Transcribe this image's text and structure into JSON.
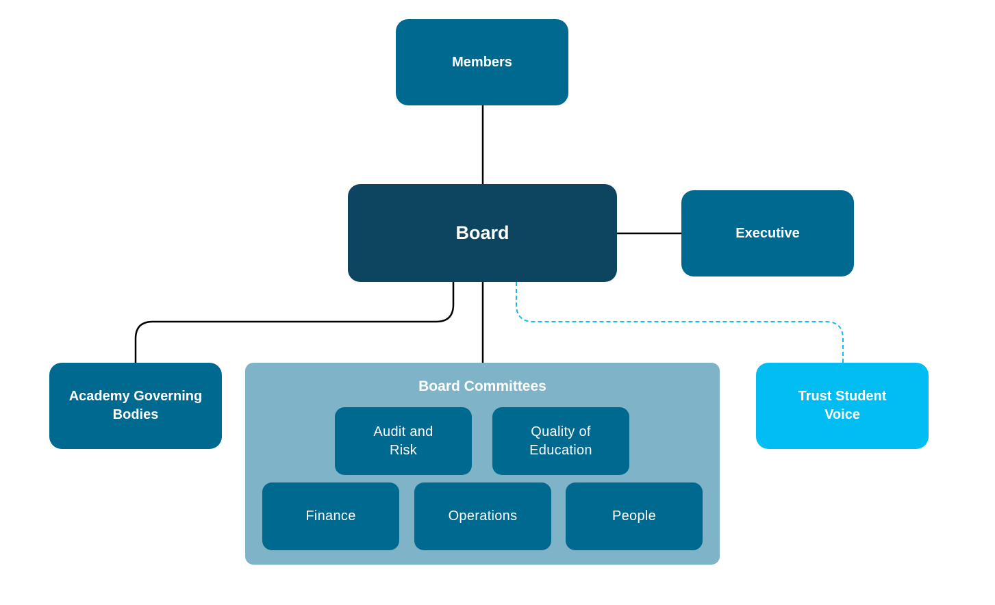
{
  "nodes": {
    "members": "Members",
    "board": "Board",
    "executive": "Executive",
    "academy_governing_bodies": "Academy Governing Bodies",
    "trust_student_voice": "Trust Student Voice"
  },
  "committees": {
    "title": "Board Committees",
    "items": [
      "Audit and Risk",
      "Quality of Education",
      "Finance",
      "Operations",
      "People"
    ]
  },
  "colors": {
    "node_mid": "#006990",
    "node_dark": "#0d4560",
    "node_cyan": "#02bdf2",
    "panel": "#7fb3c8",
    "solid_line": "#000000",
    "dashed_line": "#1ab7ea"
  }
}
